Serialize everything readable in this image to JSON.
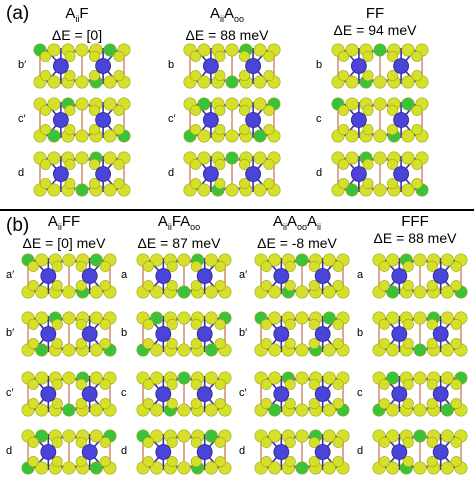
{
  "panels": [
    {
      "label": "(a)",
      "columns": [
        {
          "base": "A",
          "sub1": "ii",
          "rest": "F",
          "sub2": "",
          "tail": "",
          "sub3": "",
          "tail2": "",
          "energy": "ΔE = [0]"
        },
        {
          "base": "A",
          "sub1": "ii",
          "rest": "A",
          "sub2": "oo",
          "tail": "",
          "sub3": "",
          "tail2": "",
          "energy": "ΔE = 88 meV"
        },
        {
          "base": "FF",
          "sub1": "",
          "rest": "",
          "sub2": "",
          "tail": "",
          "sub3": "",
          "tail2": "",
          "energy": "ΔE = 94 meV"
        }
      ],
      "rows": [
        [
          "b′",
          "b",
          "b"
        ],
        [
          "c′",
          "c′",
          "c"
        ],
        [
          "d",
          "d",
          "d"
        ]
      ]
    },
    {
      "label": "(b)",
      "columns": [
        {
          "base": "A",
          "sub1": "ii",
          "rest": "FF",
          "sub2": "",
          "tail": "",
          "sub3": "",
          "tail2": "",
          "energy": "ΔE = [0] meV"
        },
        {
          "base": "A",
          "sub1": "ii",
          "rest": "FA",
          "sub2": "oo",
          "tail": "",
          "sub3": "",
          "tail2": "",
          "energy": "ΔE = 87 meV"
        },
        {
          "base": "A",
          "sub1": "ii",
          "rest": "A",
          "sub2": "oo",
          "tail": "A",
          "sub3": "ii",
          "tail2": "",
          "energy": "ΔE = -8 meV"
        },
        {
          "base": "FFF",
          "sub1": "",
          "rest": "",
          "sub2": "",
          "tail": "",
          "sub3": "",
          "tail2": "",
          "energy": "ΔE = 88 meV"
        }
      ],
      "rows": [
        [
          "a′",
          "a",
          "a′",
          "a"
        ],
        [
          "b′",
          "b",
          "b′",
          "b"
        ],
        [
          "c′",
          "c",
          "c′",
          "c"
        ],
        [
          "d",
          "d",
          "d",
          "d"
        ]
      ]
    }
  ],
  "colors": {
    "sulfur": "#d6e02a",
    "sulfur_edge": "#9aa81a",
    "sulfur_green": "#39c23a",
    "metal": "#4a44d8",
    "metal_dark": "#2a2490",
    "bond": "#e0a890",
    "bond_dark": "#b07a66"
  }
}
